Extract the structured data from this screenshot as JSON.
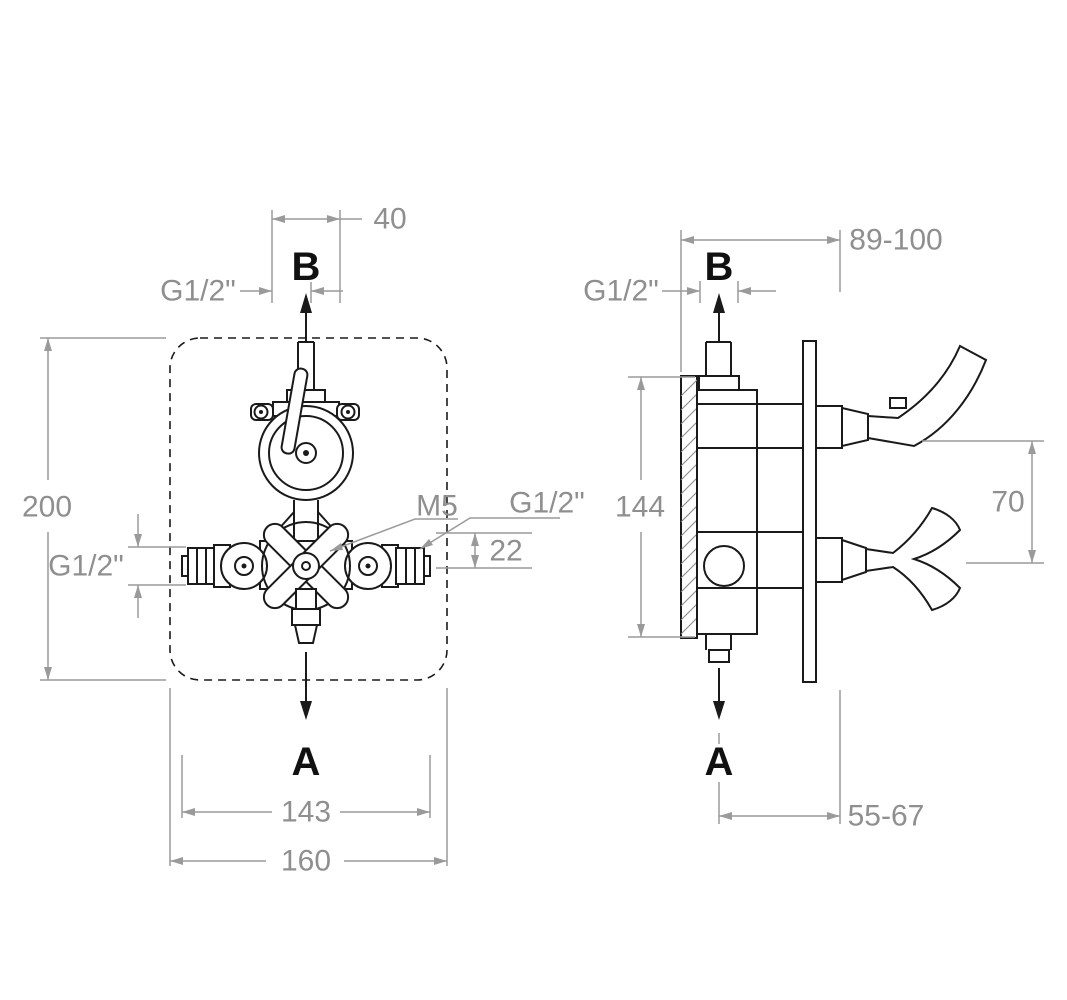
{
  "drawing": {
    "front_view": {
      "dim_40": "40",
      "dim_200": "200",
      "dim_143": "143",
      "dim_160": "160",
      "dim_22": "22",
      "thread_top": "G1/2\"",
      "thread_side": "G1/2\"",
      "thread_outlet": "G1/2\"",
      "screw": "M5",
      "outlet_b": "B",
      "outlet_a": "A"
    },
    "side_view": {
      "dim_depth": "89-100",
      "dim_height": "144",
      "dim_spacing": "70",
      "dim_offset": "55-67",
      "thread_top": "G1/2\"",
      "outlet_b": "B",
      "outlet_a": "A"
    }
  }
}
